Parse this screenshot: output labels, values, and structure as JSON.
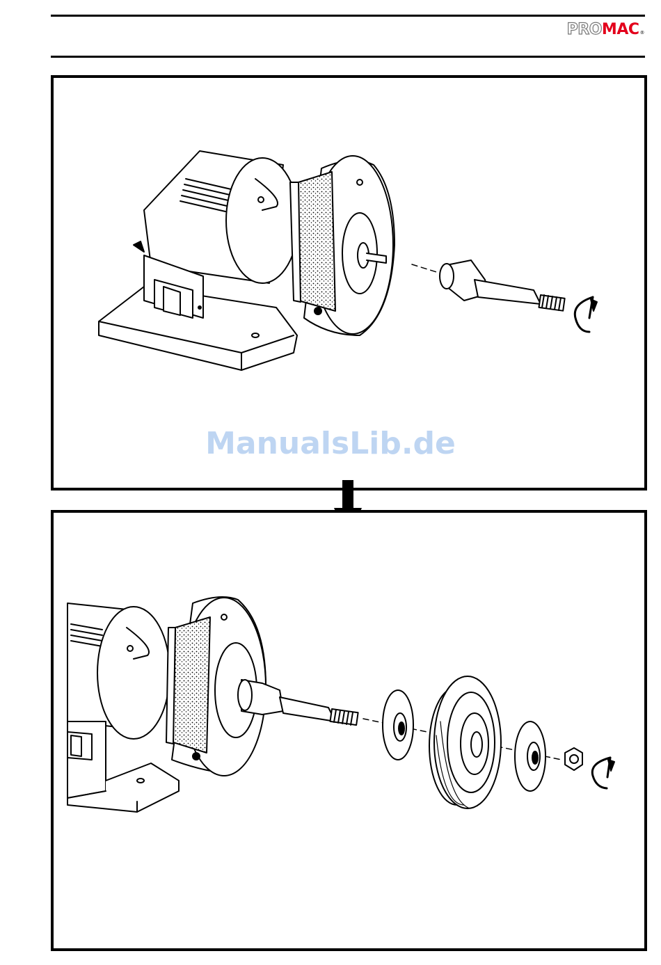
{
  "header": {
    "logo_pro": "PRO",
    "logo_mac": "MAC",
    "logo_reg": "®"
  },
  "watermark": {
    "text": "ManualsLib.de"
  },
  "icons": {
    "rotation_arrow_top": "rotate-clockwise-icon",
    "rotation_arrow_bottom": "rotate-clockwise-icon",
    "step_arrow": "arrow-down-icon"
  },
  "colors": {
    "logo_mac": "#e3001b",
    "watermark": "#a9c8ee",
    "line": "#000000"
  }
}
